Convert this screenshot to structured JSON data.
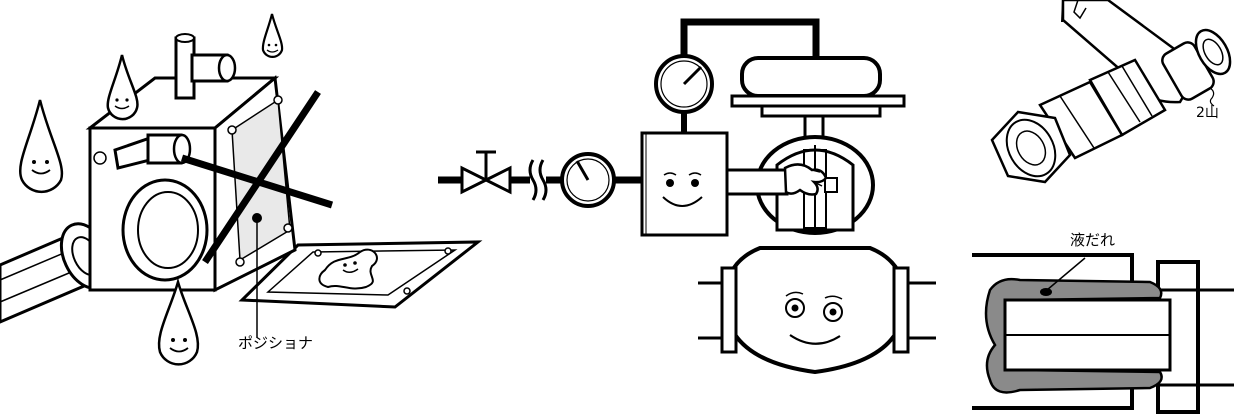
{
  "labels": {
    "positioner": "ポジショナ",
    "liquid_drip": "液だれ",
    "two_threads": "2山"
  },
  "colors": {
    "line": "#000000",
    "sealant": "#808080",
    "pipe_tape": "#9a9a9a",
    "background": "#ffffff"
  },
  "icons": [
    "droplet-face-icon",
    "positioner-box",
    "cross-mark-icon",
    "manual-valve-icon",
    "pressure-gauge-icon",
    "robot-hand-icon",
    "tube-fitting-icon"
  ]
}
